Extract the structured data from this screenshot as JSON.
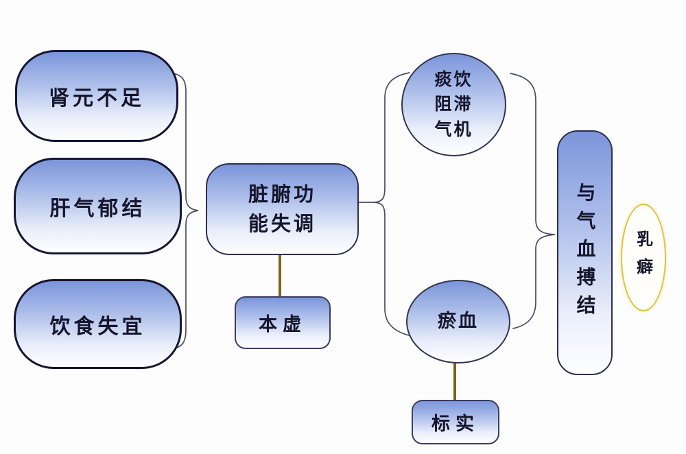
{
  "diagram": {
    "causes": [
      {
        "label": "肾元不足"
      },
      {
        "label": "肝气郁结"
      },
      {
        "label": "饮食失宜"
      }
    ],
    "mechanism": {
      "lines": [
        "脏腑功",
        "能失调"
      ]
    },
    "root_nature": {
      "label": "本虚"
    },
    "phlegm_circle": {
      "lines": [
        "痰饮",
        "阻滞",
        "气机"
      ]
    },
    "stasis_circle": {
      "label": "瘀血"
    },
    "branch_nature": {
      "label": "标实"
    },
    "binding": {
      "label": "与气血搏结"
    },
    "outcome": {
      "label": "乳癖"
    },
    "colors": {
      "node_fill_top": "#7b95da",
      "node_border": "#161630",
      "connector": "#4a4a66",
      "stem": "#77651c",
      "outcome_border": "#e0c23a"
    }
  }
}
